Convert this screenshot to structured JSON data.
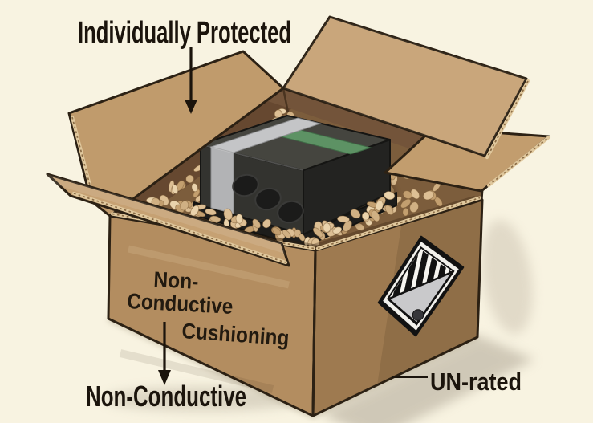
{
  "labels": {
    "individually_protected": "Individually Protected",
    "cushioning_line1": "Non-",
    "cushioning_line2": "Conductive",
    "cushioning_line3": "Cushioning",
    "non_conductive": "Non-Conductive",
    "un_rated": "UN-rated"
  },
  "icons": {
    "top_arrow": "arrow-down-icon",
    "bottom_arrow": "arrow-down-icon",
    "hazard_label": "striped-hazard-diamond-icon",
    "box": "open-cardboard-box",
    "battery": "battery-pack",
    "cushioning": "packing-peanuts"
  },
  "colors": {
    "background": "#f8f3e1",
    "cardboard_face": "#b38d60",
    "cardboard_face_right": "#9e7a50",
    "cardboard_flap": "#c6a173",
    "cardboard_interior": "#7c5d3c",
    "packing_peanuts": "#dcbd92",
    "battery_body": "#33332f",
    "battery_green_stripe": "#5d9264",
    "battery_silver_band": "#c4c5c7",
    "hazard_diamond_silver": "#c9c9cb",
    "hazard_diamond_black": "#121212",
    "label_text": "#1b140c"
  }
}
